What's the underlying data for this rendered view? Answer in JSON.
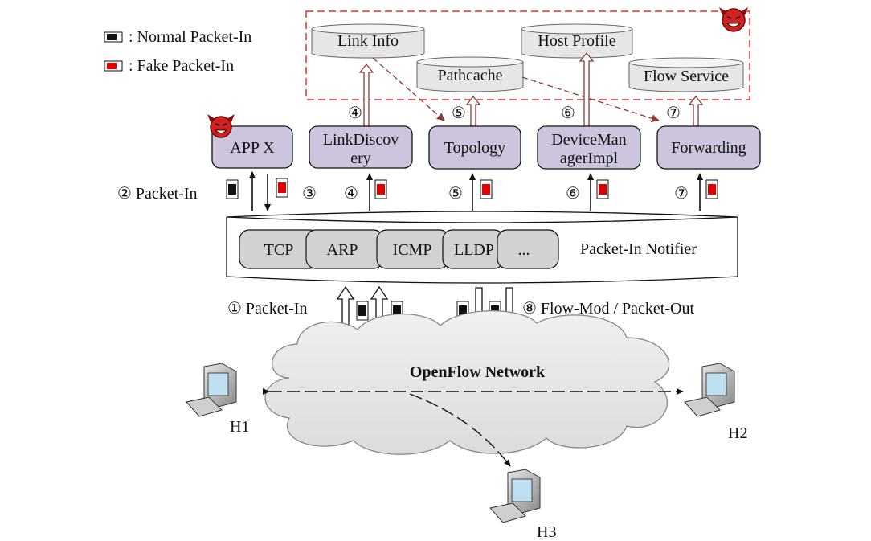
{
  "legend": {
    "normal": ": Normal Packet-In",
    "fake": ": Fake Packet-In"
  },
  "databases": {
    "link_info": "Link Info",
    "host_profile": "Host Profile",
    "pathcache": "Pathcache",
    "flow_service": "Flow Service"
  },
  "modules": {
    "app_x": "APP X",
    "link_discovery_line1": "LinkDiscov",
    "link_discovery_line2": "ery",
    "topology": "Topology",
    "device_manager_line1": "DeviceMan",
    "device_manager_line2": "agerImpl",
    "forwarding": "Forwarding"
  },
  "step_labels": {
    "packet_in_2": "② Packet-In",
    "step3": "③",
    "step4a": "④",
    "step4b": "④",
    "step5a": "⑤",
    "step5b": "⑤",
    "step6a": "⑥",
    "step6b": "⑥",
    "step7a": "⑦",
    "step7b": "⑦",
    "packet_in_1": "① Packet-In",
    "flow_mod": "⑧ Flow-Mod / Packet-Out"
  },
  "notifier": {
    "title": "Packet-In Notifier",
    "protocols": [
      "TCP",
      "ARP",
      "ICMP",
      "LLDP",
      "..."
    ]
  },
  "network": {
    "label": "OpenFlow Network",
    "hosts": [
      "H1",
      "H2",
      "H3"
    ]
  },
  "colors": {
    "module_fill": "#cdc5dd",
    "db_fill": "#e6e6e6",
    "protocol_fill": "#d2d2d2",
    "fake_red": "#e00000",
    "dashed_red": "#e03030",
    "hollow_arrow": "#8b3a3a"
  }
}
